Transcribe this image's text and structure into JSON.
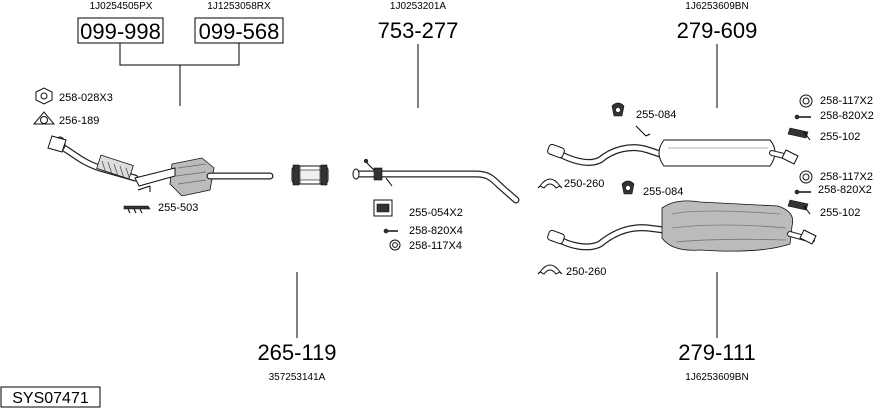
{
  "system_code": "SYS07471",
  "columns": {
    "front_left_oem": "1J0254505PX",
    "front_right_oem": "1J1253058RX",
    "front_left_number": "099-998",
    "front_right_number": "099-568",
    "middle_oem": "1J0253201A",
    "middle_number": "753-277",
    "rear_top_oem": "1J6253609BN",
    "rear_top_number": "279-609",
    "bottom_mid_number": "265-119",
    "bottom_mid_oem": "357253141A",
    "bottom_rear_number": "279-111",
    "bottom_rear_oem": "1J6253609BN"
  },
  "refs": {
    "nut": "258-028X3",
    "gasket_front": "256-189",
    "bracket_front": "255-503",
    "clamp_mid": "255-054X2",
    "bolt_mid": "258-820X4",
    "washer_mid": "258-117X4",
    "hanger_top_left": "255-084",
    "washer_top": "258-117X2",
    "bolt_top": "258-820X2",
    "hanger_top_right": "255-102",
    "clamp_top": "250-260",
    "hanger_bottom_left": "255-084",
    "washer_bottom": "258-117X2",
    "bolt_bottom": "258-820X2",
    "hanger_bottom_right": "255-102",
    "clamp_bottom": "250-260"
  }
}
